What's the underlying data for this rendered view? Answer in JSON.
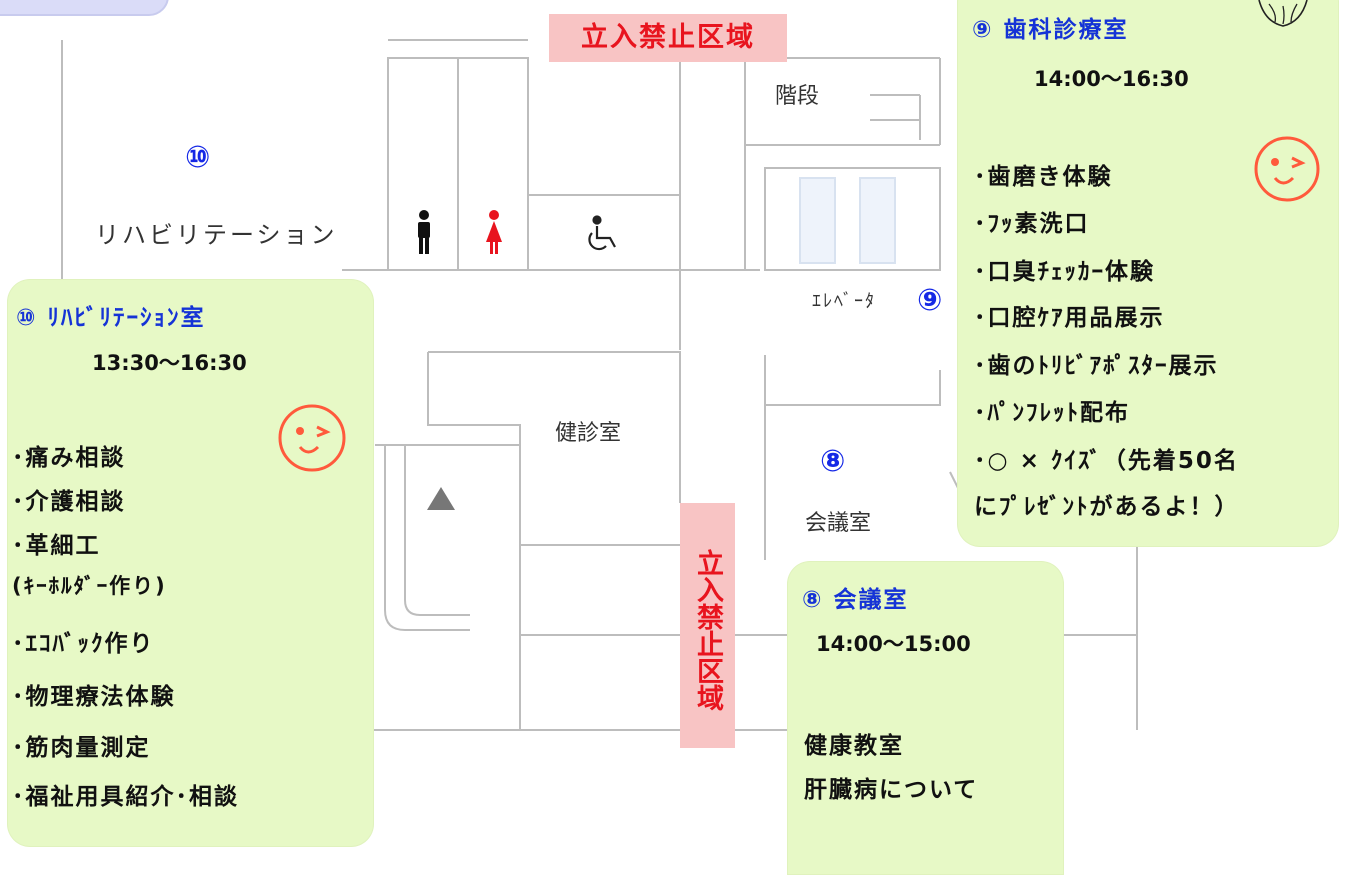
{
  "map_labels": {
    "no_entry_top": "立入禁止区域",
    "no_entry_center": "立入禁止区域",
    "stairs": "階段",
    "rehab_room_number": "⑩",
    "rehab_room": "リハビリテーション",
    "elevator": "ｴﾚﾍﾞｰﾀ",
    "dental_marker": "⑨",
    "checkup_room": "健診室",
    "meeting_marker": "⑧",
    "meeting_room": "会議室"
  },
  "colors": {
    "card_bg": "#e7f9c6",
    "title_blue": "#1533d6",
    "no_entry_bg": "#f8c4c4",
    "no_entry_text": "#e8141e",
    "smiley": "#ff5a3c",
    "female_icon": "#e8141e"
  },
  "icons": [
    "male-toilet-icon",
    "female-toilet-icon",
    "wheelchair-icon",
    "up-arrow-icon",
    "winking-smiley-icon",
    "flower-icon"
  ],
  "rehab_card": {
    "title": "⑩ ﾘﾊﾋﾞﾘﾃｰｼｮﾝ室",
    "time": "13:30～16:30",
    "items": [
      "･痛み相談",
      "･介護相談",
      "･革細工",
      "(ｷｰﾎﾙﾀﾞｰ作り)",
      "･ｴｺﾊﾞｯｸ作り",
      "･物理療法体験",
      "･筋肉量測定",
      "･福祉用具紹介･相談"
    ]
  },
  "dental_card": {
    "title": "⑨ 歯科診療室",
    "time": "14:00～16:30",
    "items": [
      "･歯磨き体験",
      "･ﾌｯ素洗口",
      "･口臭ﾁｪｯｶｰ体験",
      "･口腔ｹｱ用品展示",
      "･歯のﾄﾘﾋﾞｱﾎﾟｽﾀｰ展示",
      "･ﾊﾟﾝﾌﾚｯﾄ配布",
      "･○ × ｸｲｽﾞ（先着50名",
      "にﾌﾟﾚｾﾞﾝﾄがあるよ！）"
    ]
  },
  "meeting_card": {
    "title": "⑧  会議室",
    "time": "14:00～15:00",
    "items": [
      "健康教室",
      "肝臓病について"
    ]
  }
}
